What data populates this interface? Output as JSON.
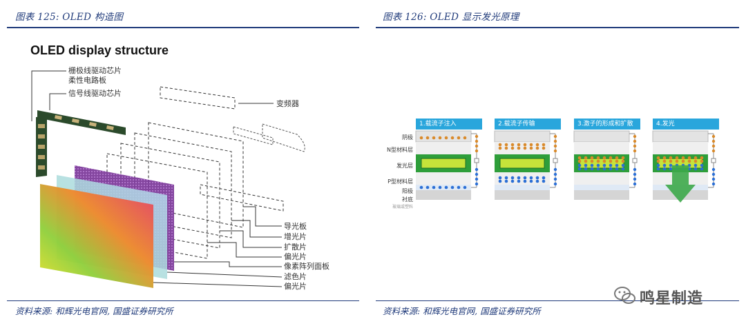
{
  "left": {
    "caption": "图表 125:  OLED 构造图",
    "title": "OLED display structure",
    "labels": {
      "gate_driver": "栅极线驱动芯片",
      "flex_board": "柔性电路板",
      "signal_driver": "信号线驱动芯片",
      "inverter": "变频器",
      "light_guide": "导光板",
      "brightness": "增光片",
      "diffuser": "扩散片",
      "polarizer_top": "偏光片",
      "pixel_array": "像素阵列面板",
      "color_filter": "滤色片",
      "polarizer_bottom": "偏光片"
    },
    "source": "资料来源:  和辉光电官网, 国盛证券研究所"
  },
  "right": {
    "caption": "图表 126:   OLED 显示发光原理",
    "stages": [
      {
        "title": "1.载流子注入"
      },
      {
        "title": "2.载流子传输"
      },
      {
        "title": "3.激子的形成和扩散"
      },
      {
        "title": "4.发光"
      }
    ],
    "layers": {
      "cathode": "阴极",
      "n_layer": "N型材料层",
      "emissive": "发光层",
      "p_layer": "P型材料层",
      "anode": "阳极",
      "substrate": "衬底",
      "substrate_sub": "玻璃或塑料"
    },
    "source": "资料来源:  和辉光电官网, 国盛证券研究所",
    "watermark": "鸣星制造"
  },
  "colors": {
    "caption_blue": "#1f3a7a",
    "stage_title_bg": "#29a6dc",
    "emissive_green": "#2e9e3a",
    "hole_blue": "#2b6fd6",
    "electron_orange": "#d98a2b"
  }
}
